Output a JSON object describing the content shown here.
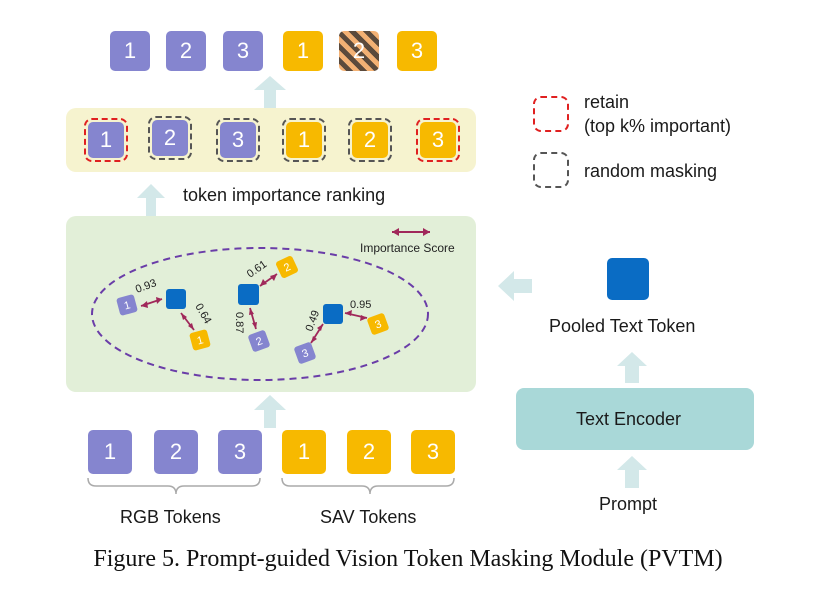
{
  "diagram": {
    "output_tokens": [
      {
        "label": "1",
        "kind": "rgb"
      },
      {
        "label": "2",
        "kind": "rgb"
      },
      {
        "label": "3",
        "kind": "rgb"
      },
      {
        "label": "1",
        "kind": "sav"
      },
      {
        "label": "2",
        "kind": "masked"
      },
      {
        "label": "3",
        "kind": "sav"
      }
    ],
    "ranked_tokens": [
      {
        "label": "1",
        "kind": "rgb",
        "mark": "retain"
      },
      {
        "label": "2",
        "kind": "rgb",
        "mark": "random"
      },
      {
        "label": "3",
        "kind": "rgb",
        "mark": "random"
      },
      {
        "label": "1",
        "kind": "sav",
        "mark": "random"
      },
      {
        "label": "2",
        "kind": "sav",
        "mark": "random"
      },
      {
        "label": "3",
        "kind": "sav",
        "mark": "retain"
      }
    ],
    "ranking_label": "token importance ranking",
    "importance_label": "Importance Score",
    "score_pairs": [
      {
        "small_label": "1",
        "small_kind": "rgb",
        "score": "0.93"
      },
      {
        "small_label": "1",
        "small_kind": "sav",
        "score": "0.64"
      },
      {
        "small_label": "2",
        "small_kind": "sav",
        "score": "0.61"
      },
      {
        "small_label": "2",
        "small_kind": "rgb",
        "score": "0.87"
      },
      {
        "small_label": "3",
        "small_kind": "rgb",
        "score": "0.49"
      },
      {
        "small_label": "3",
        "small_kind": "sav",
        "score": "0.95"
      }
    ],
    "legend": {
      "retain_line1": "retain",
      "retain_line2": "(top k% important)",
      "random_masking": "random masking"
    },
    "pooled_text_token": "Pooled Text Token",
    "text_encoder": "Text Encoder",
    "prompt": "Prompt",
    "rgb_tokens": [
      "1",
      "2",
      "3"
    ],
    "rgb_label": "RGB Tokens",
    "sav_tokens": [
      "1",
      "2",
      "3"
    ],
    "sav_label": "SAV Tokens"
  },
  "caption": "Figure 5. Prompt-guided Vision Token Masking Module (PVTM)",
  "colors": {
    "rgb_token": "#8585cf",
    "sav_token": "#f7b900",
    "text_token": "#0a6cc4",
    "arrow": "#d3e8e9",
    "score_arrow": "#a0285a",
    "ellipse": "#6a3da8",
    "ranking_panel": "#f6f3cf",
    "attention_panel": "#e2efd8",
    "encoder_box": "#a9d8d8",
    "retain_frame": "#e02020",
    "random_frame": "#555555"
  }
}
